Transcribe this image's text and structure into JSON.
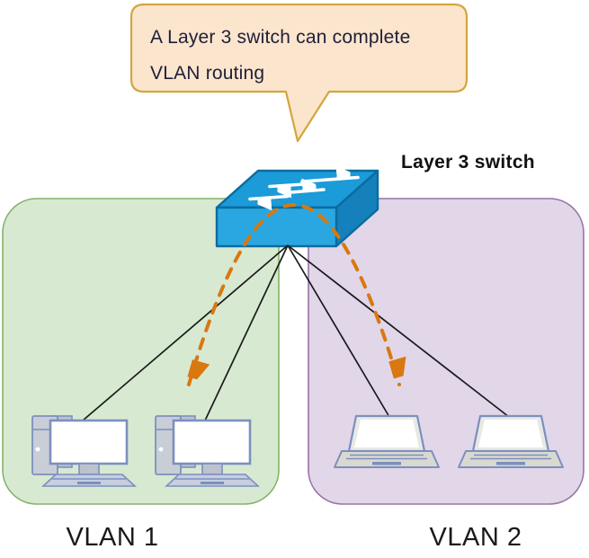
{
  "callout": {
    "line1": "A Layer 3 switch can complete",
    "line2": "VLAN routing"
  },
  "switch": {
    "label": "Layer 3 switch",
    "icon": "layer3-switch-3d-box-with-crossing-arrows"
  },
  "vlan1": {
    "label": "VLAN 1",
    "device_icons": [
      "desktop-pc-icon",
      "desktop-pc-icon"
    ]
  },
  "vlan2": {
    "label": "VLAN 2",
    "device_icons": [
      "laptop-icon",
      "laptop-icon"
    ]
  },
  "annotations": {
    "inter_vlan_routing_arrow": "dashed-double-headed-arc-through-switch",
    "connection_lines_count": 4
  },
  "colors": {
    "callout-fill": "#FCE5CD",
    "callout-stroke": "#D2A63C",
    "vlan1-fill": "#D8E9D2",
    "vlan1-stroke": "#82B366",
    "vlan2-fill": "#E2D6E9",
    "vlan2-stroke": "#9673A6",
    "switch-top": "#1B9BD8",
    "switch-front": "#2AA7E1",
    "switch-side": "#1480BC",
    "switch-stroke": "#0C6B9F",
    "line-color": "#1a1a1a",
    "route-orange": "#D9780F",
    "device-stroke": "#7C90BE",
    "device-gray": "#C9CDD6",
    "device-gray-dark": "#BDC2CE",
    "keyboard-fill": "#C6CEE0",
    "laptop-base": "#D9D9D1",
    "ink": "#20203A"
  }
}
